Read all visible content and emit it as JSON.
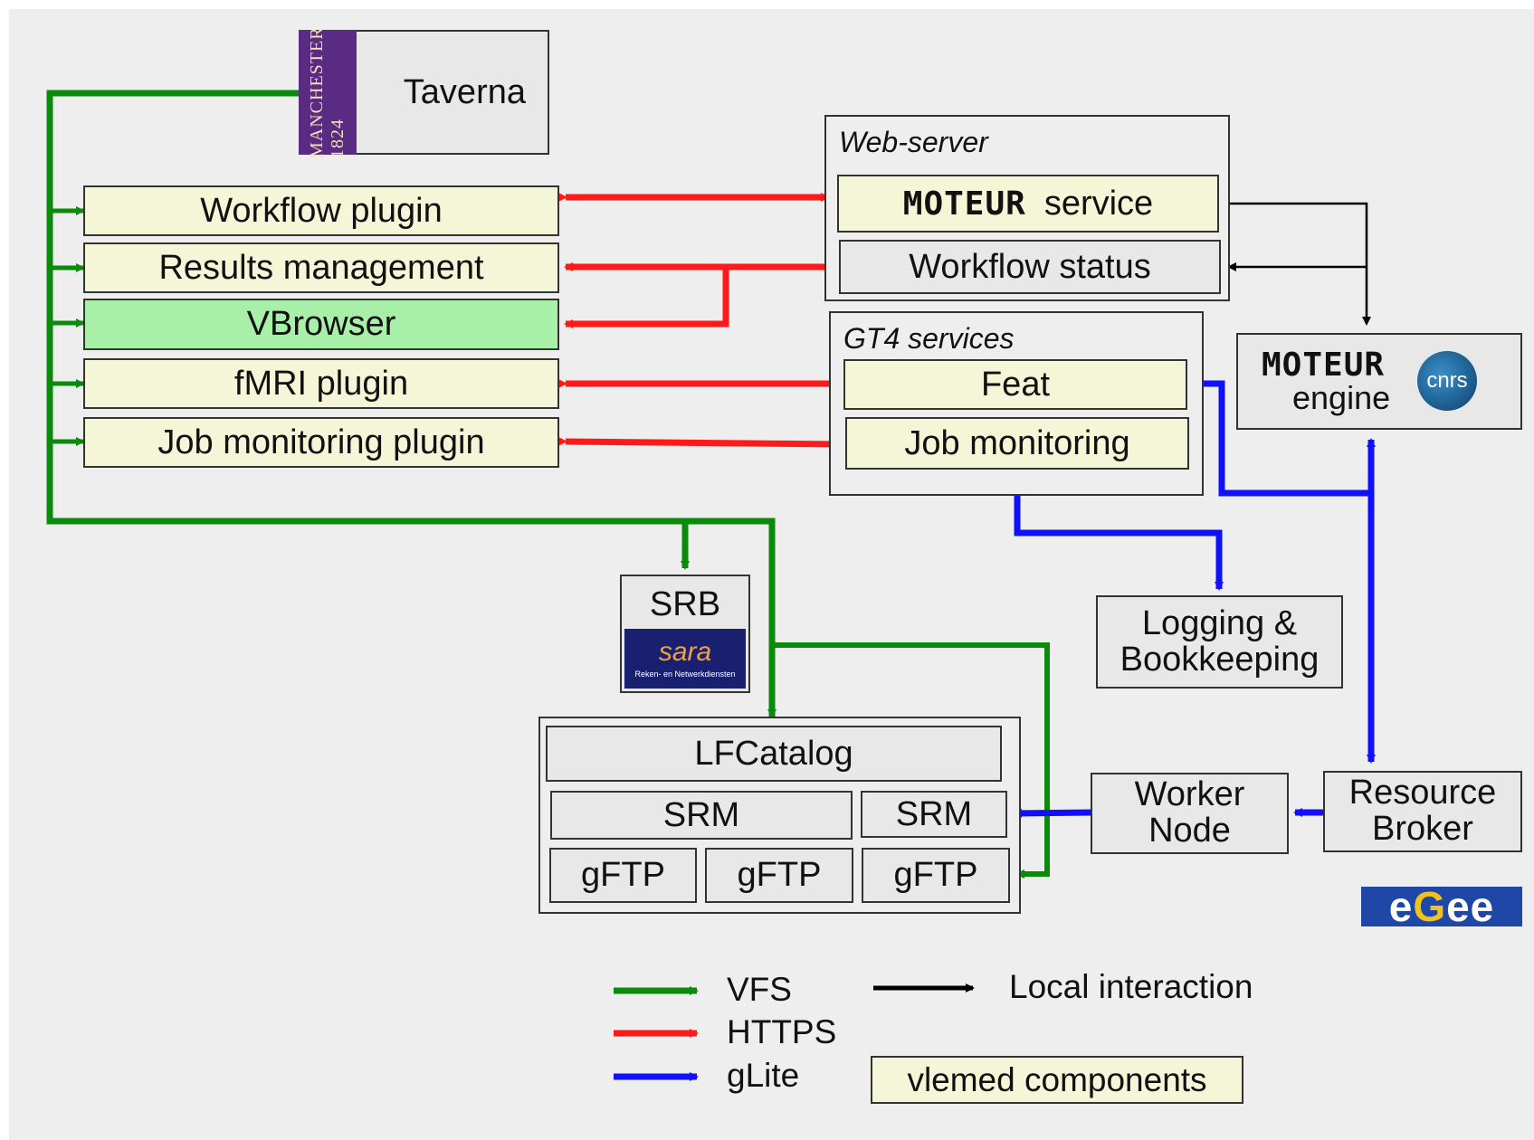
{
  "taverna": {
    "label": "Taverna",
    "logo_text": "MANCHESTER 1824"
  },
  "plugins": {
    "workflow": "Workflow plugin",
    "results": "Results management",
    "vbrowser": "VBrowser",
    "fmri": "fMRI plugin",
    "jobmon": "Job monitoring plugin"
  },
  "webserver": {
    "title": "Web-server",
    "moteur_logo": "MOTEUR",
    "service": "service",
    "status": "Workflow status"
  },
  "gt4": {
    "title": "GT4 services",
    "feat": "Feat",
    "jobmon": "Job monitoring"
  },
  "engine": {
    "moteur_logo": "MOTEUR",
    "label": "engine",
    "cnrs": "cnrs"
  },
  "srb": {
    "label": "SRB",
    "sara_logo": "sara",
    "sara_tagline": "Reken- en Netwerkdiensten"
  },
  "storage": {
    "lfc": "LFCatalog",
    "srm1": "SRM",
    "srm2": "SRM",
    "gftp1": "gFTP",
    "gftp2": "gFTP",
    "gftp3": "gFTP"
  },
  "lb": {
    "line1": "Logging &",
    "line2": "Bookkeeping"
  },
  "worker": {
    "line1": "Worker",
    "line2": "Node"
  },
  "broker": {
    "line1": "Resource",
    "line2": "Broker"
  },
  "egee": {
    "e1": "e",
    "g": "G",
    "e2": "ee"
  },
  "legend": {
    "vfs": "VFS",
    "https": "HTTPS",
    "glite": "gLite",
    "local": "Local interaction",
    "vlemed": "vlemed components"
  },
  "colors": {
    "vfs": "#0b8a0b",
    "https": "#ff1a1a",
    "glite": "#1010ff",
    "local": "#000000",
    "vlemed_fill": "#f5f5d8",
    "vbrowser_fill": "#a8f0a8"
  }
}
